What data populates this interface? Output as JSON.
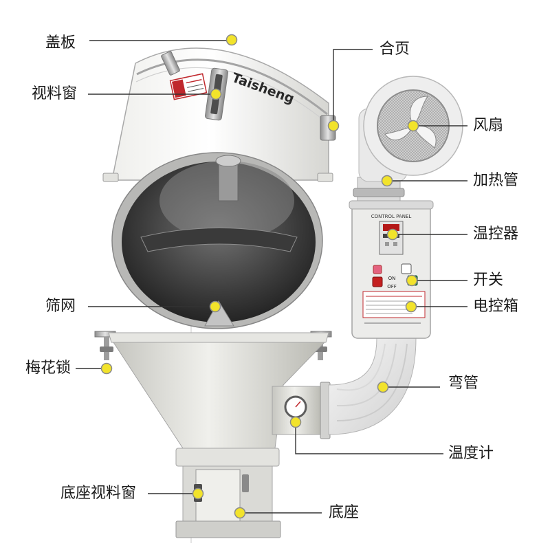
{
  "labels": {
    "cover_plate": "盖板",
    "sight_window": "视料窗",
    "screen": "筛网",
    "plum_lock": "梅花锁",
    "base_sight_window": "底座视料窗",
    "hinge": "合页",
    "fan": "风扇",
    "heating_tube": "加热管",
    "thermostat": "温控器",
    "switch": "开关",
    "control_box": "电控箱",
    "elbow_pipe": "弯管",
    "thermometer": "温度计",
    "base": "底座"
  },
  "machine": {
    "brand": "Taisheng",
    "panel_title": "CONTROL PANEL",
    "switch_on": "ON",
    "switch_off": "OFF"
  },
  "colors": {
    "callout_dot": "#f2e32b",
    "callout_line": "#333333",
    "background": "#ffffff"
  }
}
